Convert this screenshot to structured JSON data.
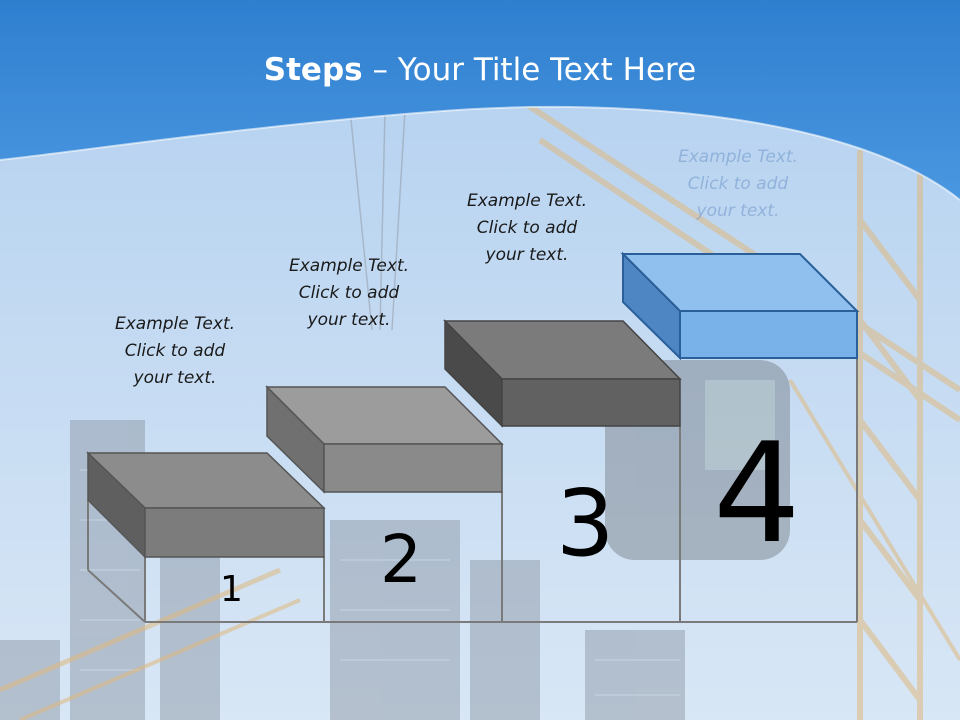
{
  "slide": {
    "title_bold": "Steps",
    "title_rest": " – Your Title Text Here",
    "colors": {
      "header_blue": "#3d8ad6",
      "step_gray": "#8c8c8c",
      "step_dark": "#6a6a6a",
      "step4_blue": "#7fb7ea"
    }
  },
  "steps": [
    {
      "number": "1",
      "caption": [
        "Example Text.",
        "Click  to add",
        "your text."
      ]
    },
    {
      "number": "2",
      "caption": [
        "Example Text.",
        "Click  to add",
        "your text."
      ]
    },
    {
      "number": "3",
      "caption": [
        "Example Text.",
        "Click  to add",
        "your text."
      ]
    },
    {
      "number": "4",
      "caption": [
        "Example Text.",
        "Click  to add",
        "your text."
      ]
    }
  ]
}
